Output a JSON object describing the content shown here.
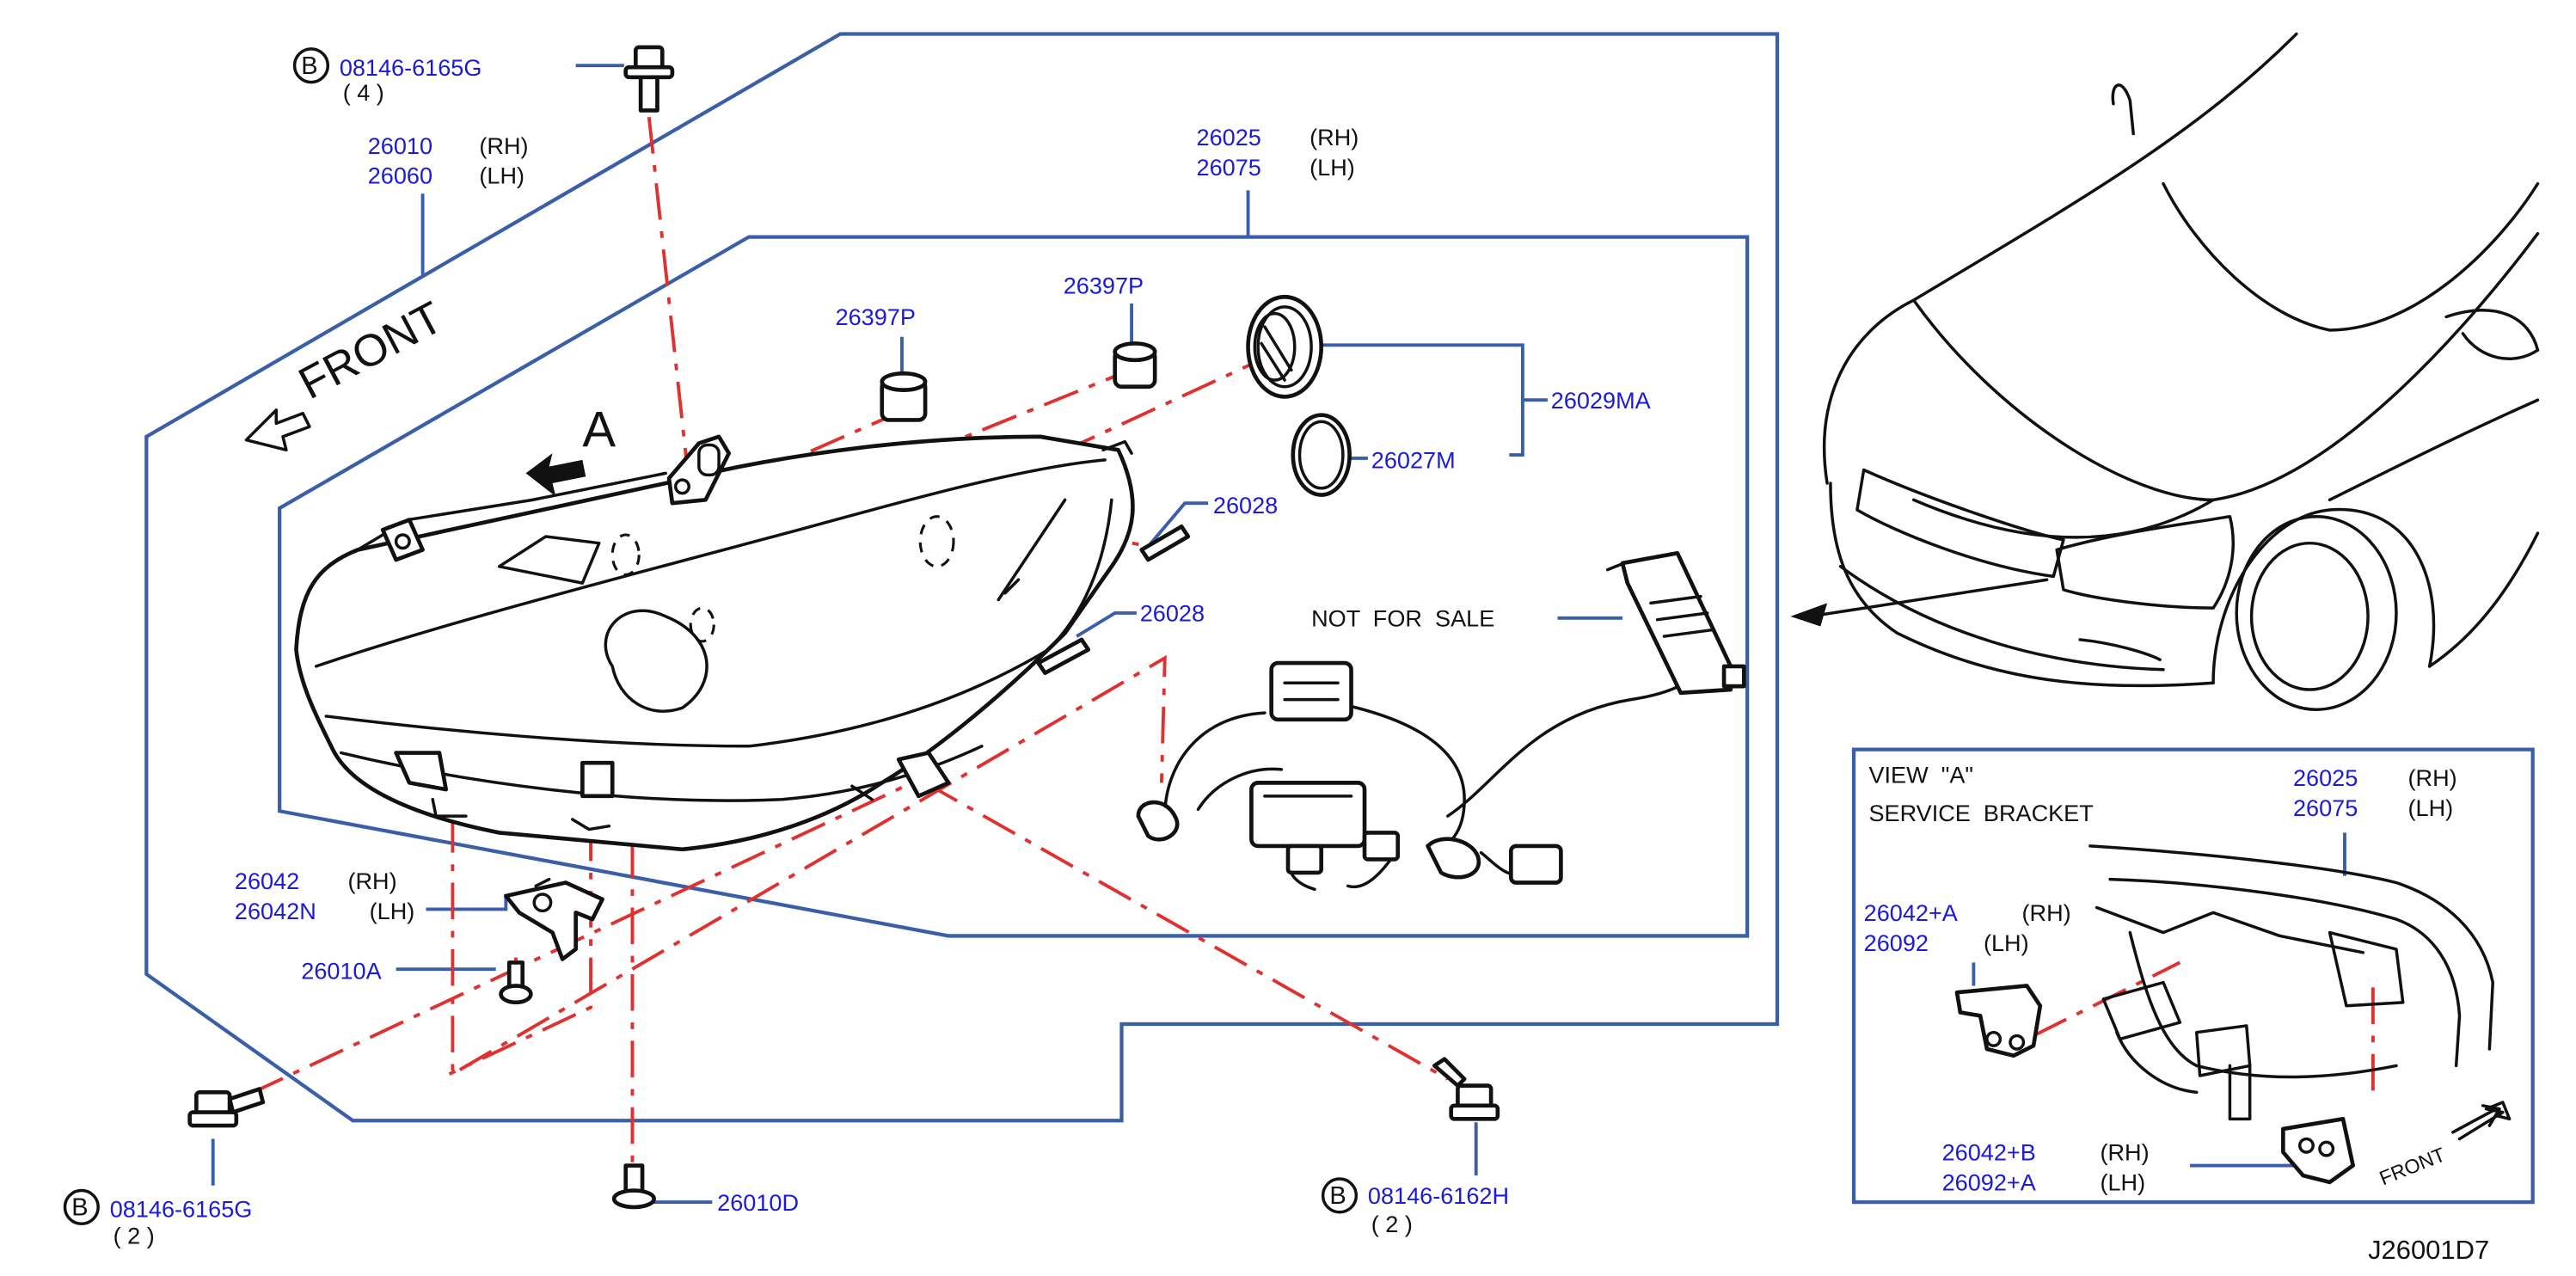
{
  "callouts": {
    "bolt_top": {
      "circle": "B",
      "part": "08146-6165G",
      "qty": "( 4 )"
    },
    "bolt_bottom_left": {
      "circle": "B",
      "part": "08146-6165G",
      "qty": "( 2 )"
    },
    "bolt_bottom_right": {
      "circle": "B",
      "part": "08146-6162H",
      "qty": "( 2 )"
    },
    "headlamp_assy": {
      "rh_part": "26010",
      "rh_tag": "(RH)",
      "lh_part": "26060",
      "lh_tag": "(LH)"
    },
    "housing": {
      "rh_part": "26025",
      "rh_tag": "(RH)",
      "lh_part": "26075",
      "lh_tag": "(LH)"
    },
    "socket_left": "26397P",
    "socket_right": "26397P",
    "cap_assy": "26029MA",
    "cap_ring": "26027M",
    "bulb_upper": "26028",
    "bulb_lower": "26028",
    "not_for_sale": "NOT  FOR  SALE",
    "bracket": {
      "rh_part": "26042",
      "rh_tag": "(RH)",
      "lh_part": "26042N",
      "lh_tag": "(LH)"
    },
    "screw_a": "26010A",
    "screw_d": "26010D",
    "front_arrow_left": "FRONT",
    "view_arrow": "A"
  },
  "inset": {
    "title": "VIEW  \"A\"",
    "subtitle": "SERVICE  BRACKET",
    "housing": {
      "rh_part": "26025",
      "rh_tag": "(RH)",
      "lh_part": "26075",
      "lh_tag": "(LH)"
    },
    "bracket_a": {
      "rh_part": "26042+A",
      "rh_tag": "(RH)",
      "lh_part": "26092",
      "lh_tag": "(LH)"
    },
    "bracket_b": {
      "rh_part": "26042+B",
      "rh_tag": "(RH)",
      "lh_part": "26092+A",
      "lh_tag": "(LH)"
    },
    "front_label": "FRONT"
  },
  "diagram_code": "J26001D7",
  "colors": {
    "part_number": "#1a1ad9",
    "text": "#111111",
    "border": "#3a5fa8",
    "dash": "#e03030"
  }
}
